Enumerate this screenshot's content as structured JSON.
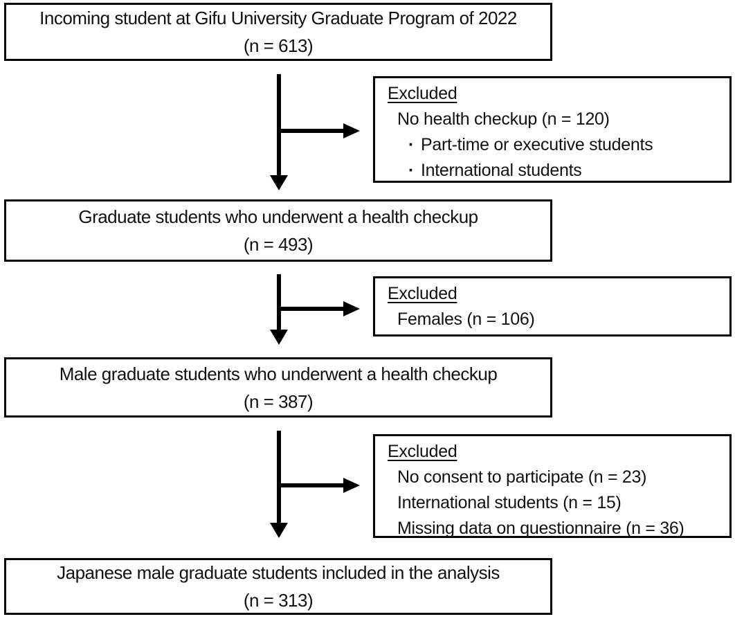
{
  "diagram": {
    "bullet_char": "·",
    "colors": {
      "border": "#000000",
      "text": "#111111",
      "background": "#ffffff"
    },
    "main_boxes": [
      {
        "line1": "Incoming student at Gifu University Graduate Program of 2022",
        "line2": "(n = 613)"
      },
      {
        "line1": "Graduate students who underwent a health checkup",
        "line2": "(n = 493)"
      },
      {
        "line1": "Male graduate students who underwent a health checkup",
        "line2": "(n = 387)"
      },
      {
        "line1": "Japanese male graduate students included in the analysis",
        "line2": "(n = 313)"
      }
    ],
    "excluded_boxes": [
      {
        "title": "Excluded",
        "lines": [
          "No health checkup (n = 120)"
        ],
        "bullets": [
          "Part-time or executive students",
          "International students"
        ]
      },
      {
        "title": "Excluded",
        "lines": [
          "Females (n = 106)"
        ],
        "bullets": []
      },
      {
        "title": "Excluded",
        "lines": [
          "No consent to participate (n = 23)",
          "International students (n = 15)",
          "Missing data on questionnaire (n = 36)"
        ],
        "bullets": []
      }
    ]
  }
}
